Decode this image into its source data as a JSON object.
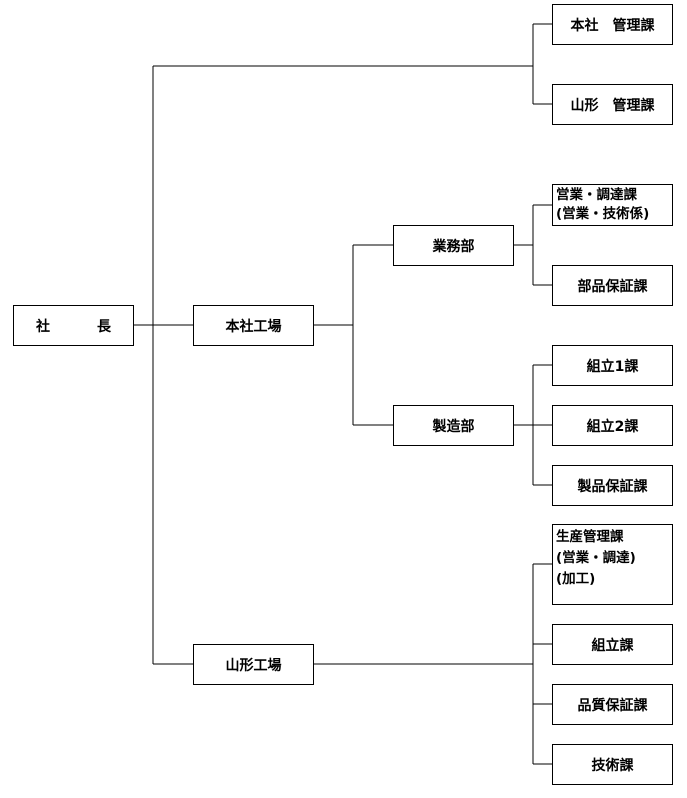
{
  "org": {
    "president": {
      "char1": "社",
      "char2": "長"
    },
    "honsha_factory": "本社工場",
    "yamagata_factory": "山形工場",
    "honsha_kanri": "本社　管理課",
    "yamagata_kanri": "山形　管理課",
    "gyomu": "業務部",
    "seizo": "製造部",
    "eigyo_lines": [
      "営業・調達課",
      "(営業・技術係)"
    ],
    "buhin": "部品保証課",
    "kumitate1": "組立1課",
    "kumitate2": "組立2課",
    "seihin": "製品保証課",
    "seisan_lines": [
      "生産管理課",
      "(営業・調達)",
      "(加工)"
    ],
    "kumitate": "組立課",
    "hinshitsu": "品質保証課",
    "gijutsu": "技術課"
  }
}
